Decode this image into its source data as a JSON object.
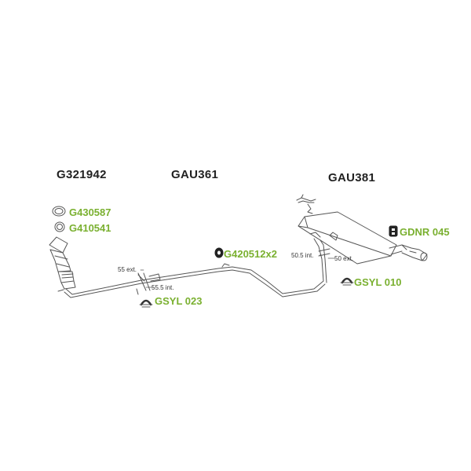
{
  "sections": {
    "g321942": "G321942",
    "gau361": "GAU361",
    "gau381": "GAU381"
  },
  "parts": {
    "g430587": "G430587",
    "g410541": "G410541",
    "g420512": "G420512x2",
    "gsyl023": "GSYL 023",
    "gsyl010": "GSYL 010",
    "gdnr045": "GDNR 045"
  },
  "dimensions": {
    "ext55": "55 ext.",
    "int55_5": "55.5 int.",
    "int50_5": "50.5 int.",
    "ext50": "50 ext."
  },
  "colors": {
    "part_label": "#7ab030",
    "section_label": "#222222",
    "line_art": "#555555"
  },
  "icons": [
    "gasket-ring-icon",
    "o-ring-icon",
    "catalytic-converter-icon",
    "rubber-mount-icon",
    "hanger-clamp-icon",
    "rear-silencer-icon",
    "tailpipe-icon"
  ]
}
